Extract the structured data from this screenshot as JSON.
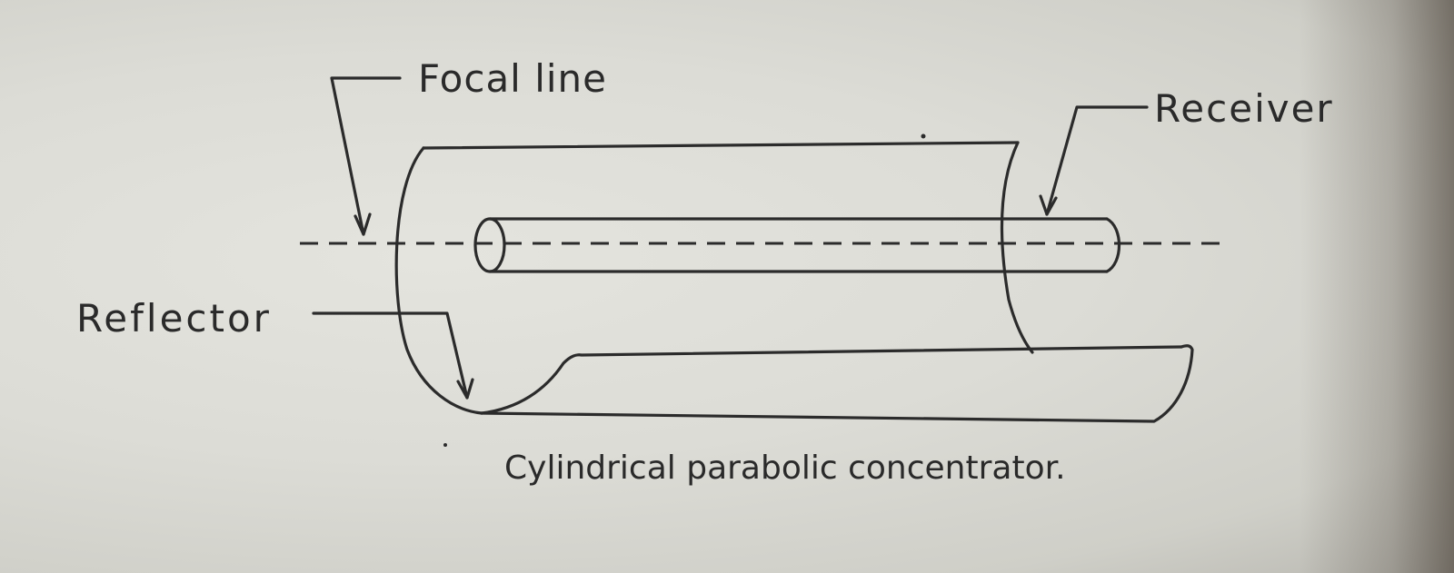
{
  "labels": {
    "focal_line": "Focal line",
    "receiver": "Receiver",
    "reflector": "Reflector"
  },
  "caption": "Cylindrical parabolic concentrator.",
  "colors": {
    "ink": "#2b2b2b",
    "paper": "#dcdcd6"
  }
}
